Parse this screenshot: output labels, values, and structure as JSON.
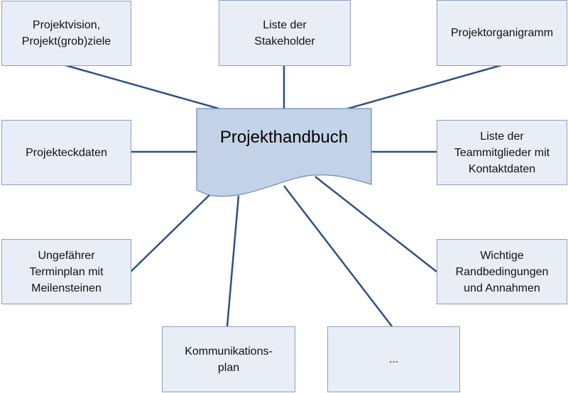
{
  "center": {
    "title": "Projekthandbuch"
  },
  "nodes": [
    {
      "label": "Projektvision,\nProjekt(grob)ziele"
    },
    {
      "label": "Liste der\nStakeholder"
    },
    {
      "label": "Projektorganigramm"
    },
    {
      "label": "Projekteckdaten"
    },
    {
      "label": "Liste der\nTeammitglieder mit\nKontaktdaten"
    },
    {
      "label": "Ungefährer\nTerminplan mit\nMeilensteinen"
    },
    {
      "label": "Wichtige\nRandbedingungen\nund Annahmen"
    },
    {
      "label": "Kommunikations-\nplan"
    },
    {
      "label": "..."
    }
  ],
  "colors": {
    "line": "#2f5080",
    "doc_fill": "#c3d2e6",
    "doc_stroke": "#6f8db6",
    "box_fill": "#e9eef6"
  }
}
